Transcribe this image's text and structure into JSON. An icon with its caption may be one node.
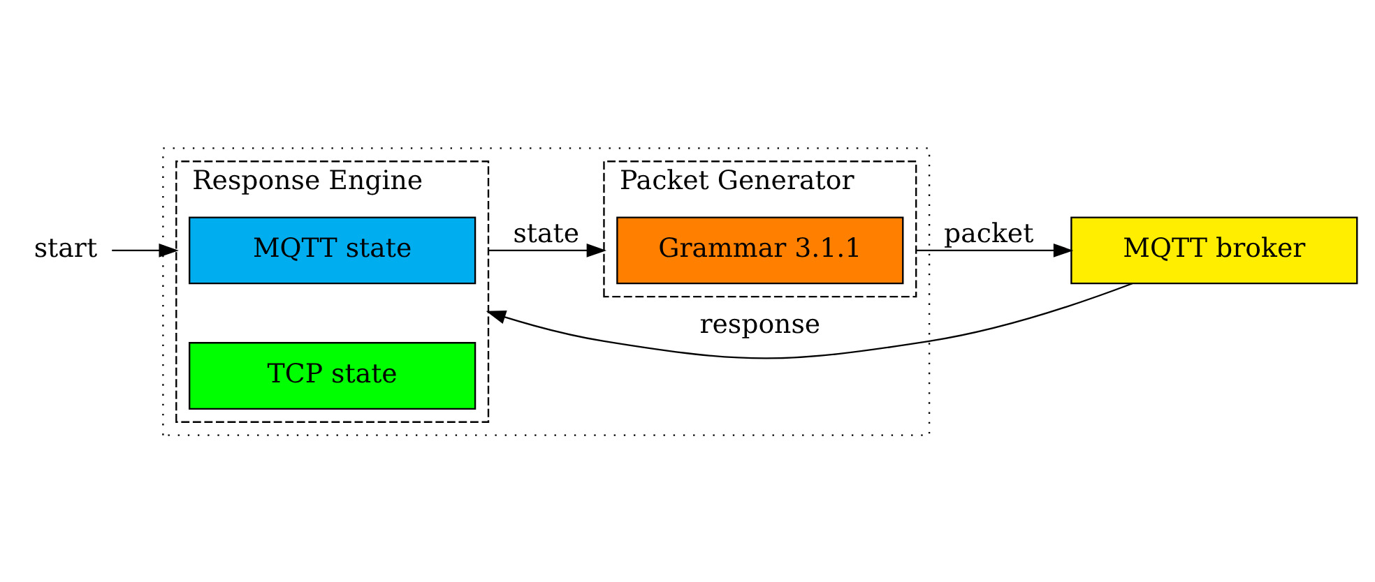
{
  "diagram": {
    "nodes": [
      {
        "text": [
          "start"
        ]
      },
      {
        "text": [],
        "shape": "box"
      },
      {
        "text": [
          "Response Engine"
        ],
        "in": 1
      },
      {
        "text": [
          "MQTT state"
        ],
        "in": 2
      },
      {
        "text": [
          "TCP state"
        ],
        "in": 2
      },
      {
        "text": [
          "Packet Generator"
        ],
        "in": 1
      },
      {
        "text": [
          "Grammar 3.1.1"
        ],
        "in": 5
      },
      {
        "text": [
          "MQTT broker"
        ]
      }
    ],
    "edges": [
      {
        "from": 0,
        "to": 2,
        "arrow": "to"
      },
      {
        "from": 2,
        "to": 5,
        "arrow": "to",
        "label": "state"
      },
      {
        "from": 5,
        "to": 7,
        "arrow": "to",
        "label": "packet"
      },
      {
        "from": 7,
        "to": 2,
        "arrow": "to",
        "label": "response"
      }
    ]
  }
}
